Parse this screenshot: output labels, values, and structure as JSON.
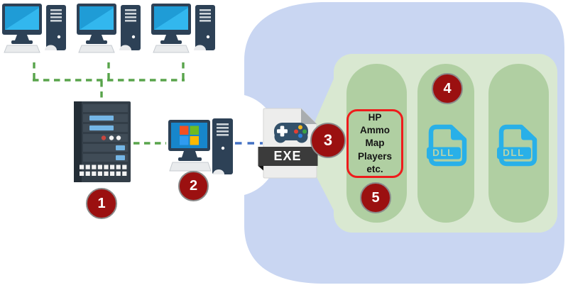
{
  "diagram": {
    "badges": [
      {
        "label": "1"
      },
      {
        "label": "2"
      },
      {
        "label": "3"
      },
      {
        "label": "4"
      },
      {
        "label": "5"
      }
    ],
    "exe_file": {
      "label": "EXE"
    },
    "dll_files": [
      {
        "label": "DLL"
      },
      {
        "label": "DLL"
      }
    ],
    "game_state_box": {
      "lines": [
        "HP",
        "Ammo",
        "Map",
        "Players",
        "etc."
      ]
    },
    "icons": {
      "client_workstation": "desktop-computer-icon",
      "server": "server-rack-icon",
      "player_pc": "windows-desktop-icon",
      "game_executable": "gamepad-exe-file-icon",
      "library": "dll-file-icon"
    },
    "colors": {
      "container_blue": "#c9d6f2",
      "panel_green": "#d9e8d1",
      "pill_green": "#b0cfa2",
      "badge_red": "#9b1010",
      "box_outline_red": "#ee1c1c",
      "dll_blue": "#29b0e8",
      "network_dash_green": "#58a44b",
      "link_dash_blue": "#4472c4"
    }
  }
}
